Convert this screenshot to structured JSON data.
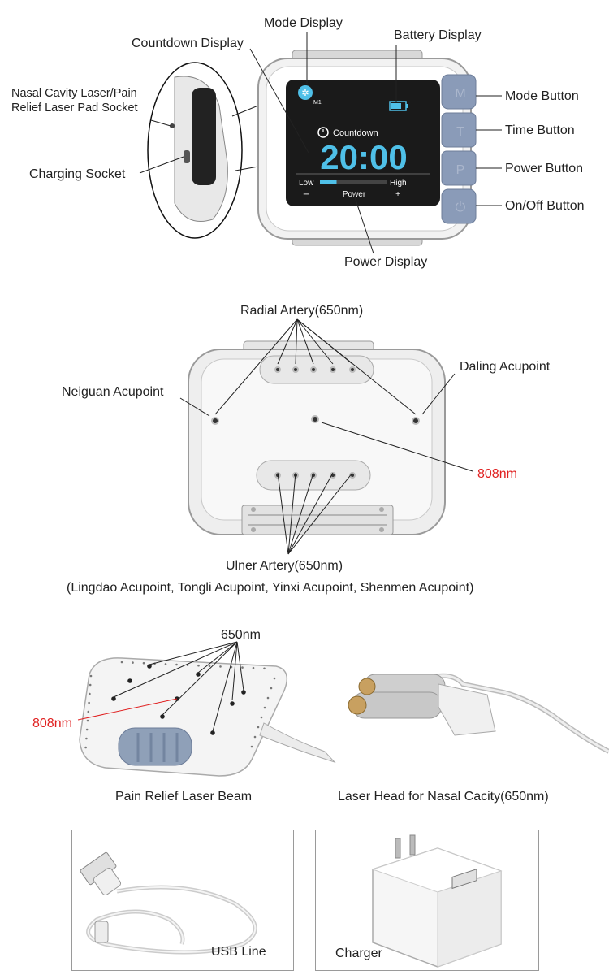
{
  "colors": {
    "screen_bg": "#1a1a1a",
    "accent_blue": "#4fc0e8",
    "annotation_red": "#e02020",
    "button_blue_gray": "#8a9bb8",
    "device_white": "#f2f2f2"
  },
  "section1": {
    "labels": {
      "mode_display": "Mode Display",
      "countdown_display": "Countdown Display",
      "battery_display": "Battery Display",
      "nasal_socket_line1": "Nasal Cavity Laser/Pain",
      "nasal_socket_line2": "Relief Laser Pad Socket",
      "charging_socket": "Charging Socket",
      "mode_button": "Mode Button",
      "time_button": "Time Button",
      "power_button": "Power Button",
      "onoff_button": "On/Off Button",
      "power_display": "Power Display"
    },
    "screen": {
      "mode": "M1",
      "countdown_label": "Countdown",
      "time": "20:00",
      "low": "Low",
      "high": "High",
      "minus": "−",
      "power": "Power",
      "plus": "+",
      "power_level": 0.25
    },
    "button_glyphs": [
      "M",
      "T",
      "P",
      "⏻"
    ]
  },
  "section2": {
    "radial": "Radial Artery(650nm)",
    "neiguan": "Neiguan Acupoint",
    "daling": "Daling Acupoint",
    "nm808": "808nm",
    "ulner": "Ulner Artery(650nm)",
    "acupoints": "(Lingdao Acupoint, Tongli Acupoint, Yinxi Acupoint, Shenmen Acupoint)"
  },
  "section3": {
    "nm650": "650nm",
    "nm808": "808nm",
    "pain_relief": "Pain Relief Laser Beam",
    "nasal_head": "Laser Head for Nasal Cacity(650nm)"
  },
  "section4": {
    "usb": "USB Line",
    "charger": "Charger"
  }
}
